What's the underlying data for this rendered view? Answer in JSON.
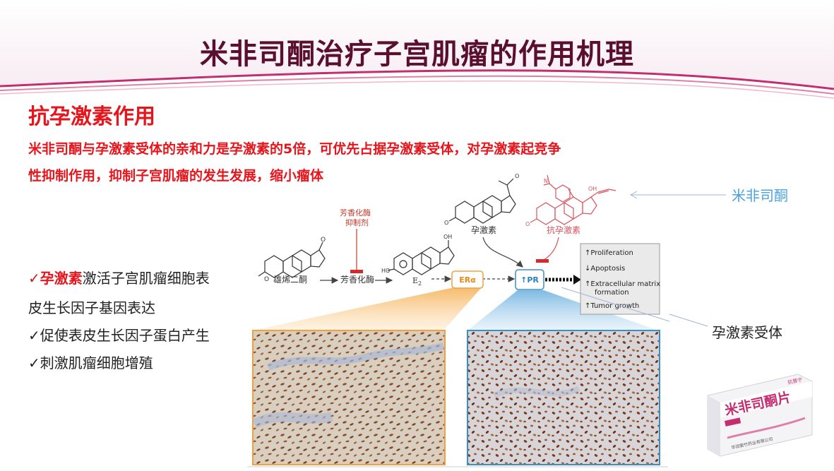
{
  "slide": {
    "title": "米非司酮治疗子宫肌瘤的作用机理",
    "subtitle": "抗孕激素作用",
    "description": [
      "米非司酮与孕激素受体的亲和力是孕激素的5倍，可优先占据孕激素受体，对孕激素起竞争",
      "性抑制作用，抑制子宫肌瘤的发生发展，缩小瘤体"
    ],
    "bullets": {
      "b1_highlight": "孕激素",
      "b1_rest": "激活子宫肌瘤细胞表",
      "b1_cont": "皮生长因子基因表达",
      "b2": "促使表皮生长因子蛋白产生",
      "b3": "刺激肌瘤细胞增殖",
      "check_mark": "✓"
    },
    "callouts": {
      "mifepristone": "米非司酮",
      "pr_receptor": "孕激素受体"
    }
  },
  "diagram": {
    "androstenedione": "雄烯二酮",
    "aromatase": "芳香化酶",
    "aromatase_inhibitor_line1": "芳香化酶",
    "aromatase_inhibitor_line2": "抑制剂",
    "estradiol": "E",
    "estradiol_sub": "2",
    "progesterone": "孕激素",
    "antiprogestin": "抗孕激素",
    "er_box": "ERα",
    "pr_box": "↑PR",
    "effects": [
      "↑Proliferation",
      "↓Apoptosis",
      "↑Extracellular matrix",
      "formation",
      "↑Tumor growth"
    ]
  },
  "product": {
    "name": "米非司酮片",
    "brand": "抗普宁",
    "maker": "华润紫竹药业有限公司"
  },
  "colors": {
    "title": "#5a0f2e",
    "accent_red": "#e8141b",
    "band_pink": "#c42d6f",
    "callout_blue": "#4aa3df",
    "er_orange": "#f0a040",
    "pr_blue": "#3a8fc8"
  }
}
